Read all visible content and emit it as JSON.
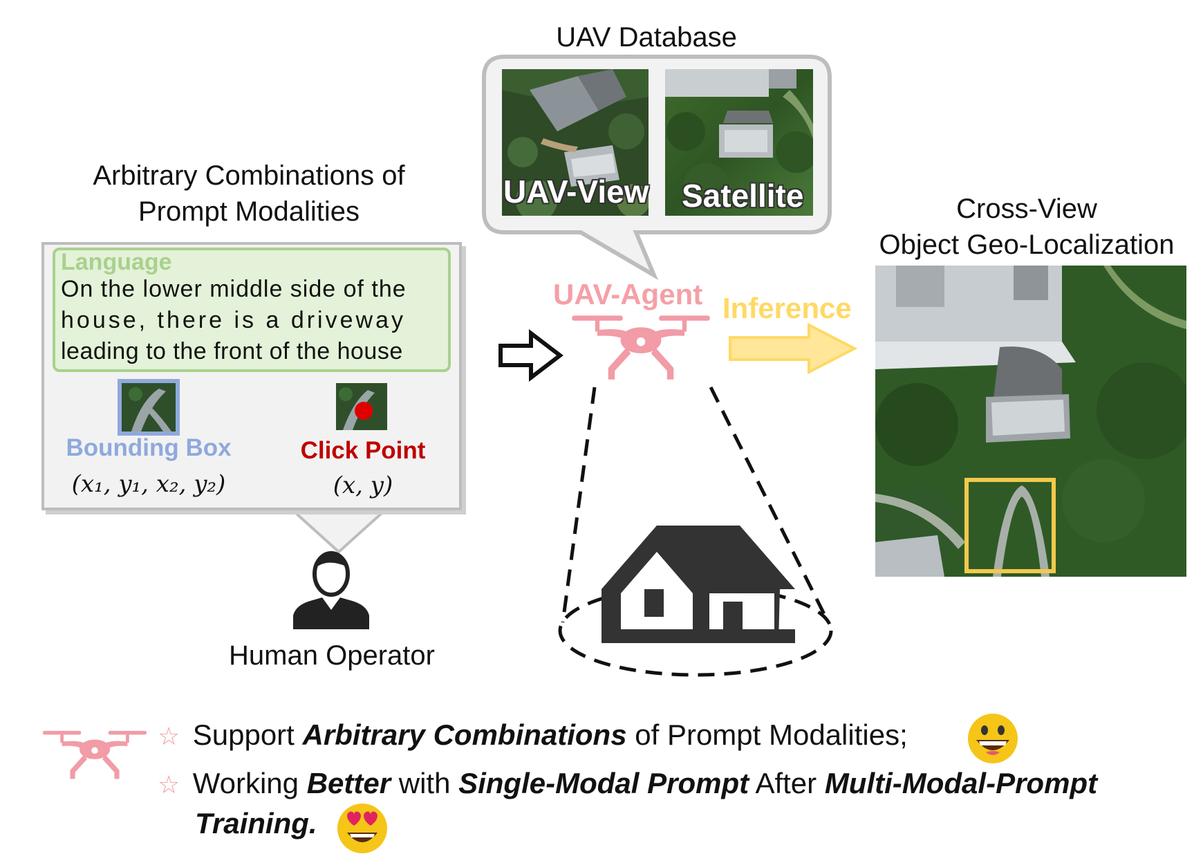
{
  "prompt_section": {
    "title_line1": "Arbitrary Combinations of",
    "title_line2": "Prompt Modalities",
    "language_title": "Language",
    "language_line1": "On the lower middle side of the",
    "language_line2": "house, there is a driveway",
    "language_line3": "leading to the front of the house",
    "bbox_label": "Bounding Box",
    "bbox_coords": "(x₁, y₁, x₂, y₂)",
    "click_label": "Click Point",
    "click_coords": "(x, y)",
    "operator_label": "Human Operator"
  },
  "database": {
    "title": "UAV Database",
    "uav_view_label": "UAV-View",
    "satellite_label": "Satellite"
  },
  "agent": {
    "label": "UAV-Agent",
    "inference_label": "Inference"
  },
  "result": {
    "title_line1": "Cross-View",
    "title_line2": "Object Geo-Localization"
  },
  "features": {
    "line1_prefix": "Support ",
    "line1_bold": "Arbitrary Combinations",
    "line1_suffix": " of Prompt Modalities;",
    "line2_prefix": "Working ",
    "line2_bold1": "Better",
    "line2_mid1": " with ",
    "line2_bold2": "Single-Modal Prompt",
    "line2_mid2": " After ",
    "line2_bold3": "Multi-Modal-Prompt",
    "line3_bold": "Training.",
    "star_glyph": "☆"
  },
  "colors": {
    "drone": "#f19ca6",
    "language_green": "#a9d18e",
    "bbox_blue": "#8fa9dc",
    "click_red": "#c00000",
    "inference_yellow": "#ffd966",
    "highlight_box": "#f2c94c"
  }
}
